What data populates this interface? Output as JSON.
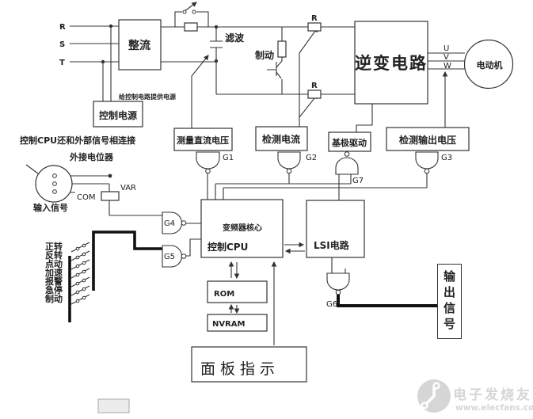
{
  "power_input": {
    "phases": [
      "R",
      "S",
      "T"
    ]
  },
  "blocks": {
    "rectifier": "整流",
    "filter": "滤波",
    "brake": "制动",
    "inverter": "逆变电路",
    "motor": "电动机",
    "control_power": "控制电源",
    "measure_dc_voltage": "测量直流电压",
    "detect_current": "检测电流",
    "base_drive": "基极驱动",
    "detect_output_voltage": "检测输出电压",
    "inverter_core": "变频器核心",
    "control_cpu": "控制CPU",
    "lsi": "LSI电路",
    "rom": "ROM",
    "nvram": "NVRAM",
    "panel_indicator": "面板指示",
    "output_signal": "输出信号"
  },
  "gates": {
    "g1": "G1",
    "g2": "G2",
    "g3": "G3",
    "g4": "G4",
    "g5": "G5",
    "g6": "G6",
    "g7": "G7"
  },
  "annotations": {
    "power_note": "给控制电路提供电源",
    "cpu_external_note": "控制CPU还和外部信号相连接",
    "pot_note": "外接电位器",
    "input_signal": "输入信号",
    "com": "COM",
    "var": "VAR",
    "resistor_top": "R",
    "resistor_bottom": "R"
  },
  "motor_terminals": [
    "U",
    "V",
    "W"
  ],
  "switch_bank": {
    "labels": [
      "正转",
      "反转",
      "点动",
      "加速",
      "报警",
      "急停",
      "制动"
    ]
  },
  "watermark": {
    "brand": "电子发烧友",
    "url": "www.elecfans.com"
  }
}
